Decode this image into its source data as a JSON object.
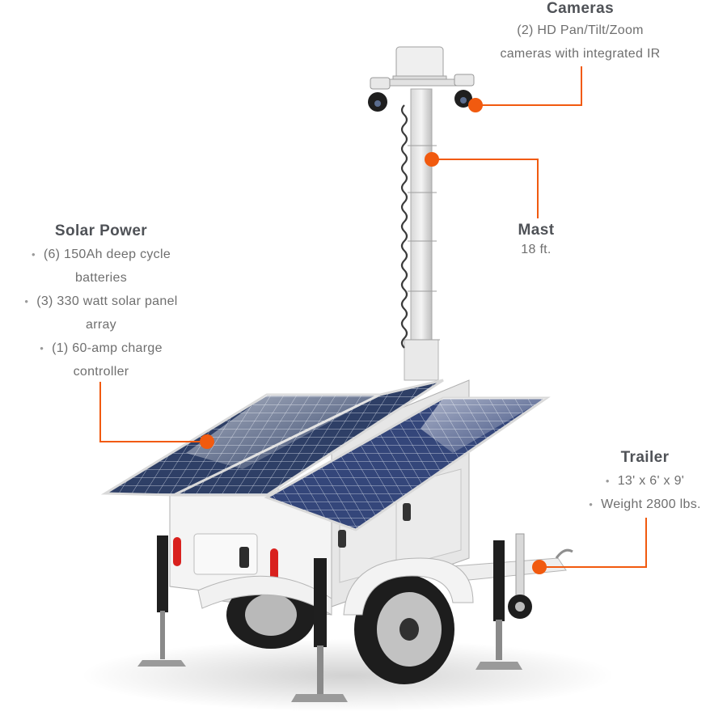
{
  "colors": {
    "accent": "#f15a0f",
    "heading": "#4f5257",
    "body_text": "#6f6f6f",
    "panel_blue": "#2e3f66",
    "trailer_white": "#f2f2f2"
  },
  "callouts": {
    "cameras": {
      "title": "Cameras",
      "lines": [
        "(2) HD Pan/Tilt/Zoom",
        "cameras with integrated IR"
      ]
    },
    "mast": {
      "title": "Mast",
      "value": "18 ft."
    },
    "solar": {
      "title": "Solar Power",
      "items": [
        {
          "first": "(6) 150Ah deep cycle",
          "rest": "batteries"
        },
        {
          "first": "(3) 330 watt solar panel",
          "rest": "array"
        },
        {
          "first": "(1) 60-amp charge",
          "rest": "controller"
        }
      ]
    },
    "trailer": {
      "title": "Trailer",
      "items": [
        "13' x 6' x 9'",
        "Weight 2800 lbs."
      ]
    }
  }
}
